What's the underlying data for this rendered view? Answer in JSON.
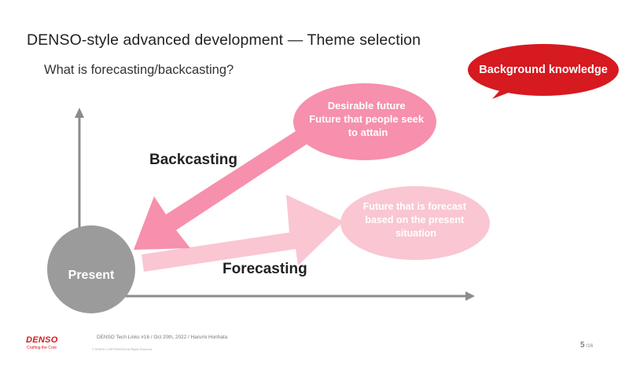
{
  "slide": {
    "title": "DENSO-style advanced development — Theme selection",
    "subtitle": "What is forecasting/backcasting?",
    "badge": "Background knowledge"
  },
  "diagram": {
    "present": "Present",
    "backcasting": "Backcasting",
    "forecasting": "Forecasting",
    "desirable_future": [
      "Desirable future",
      "Future that people seek",
      "to attain"
    ],
    "forecast_future": [
      "Future that is forecast",
      "based on the present",
      "situation"
    ]
  },
  "colors": {
    "accent_red": "#d71920",
    "strong_pink": "#f690ac",
    "light_pink": "#f9c6d2",
    "present_gray": "#9b9b9b",
    "axis_gray": "#8c8c8c"
  },
  "footer": {
    "brand": "DENSO",
    "tagline": "Crafting the Core",
    "event": "DENSO Tech Links #16 / Oct 20th, 2022 / Harumi Horihata",
    "copyright": "© DENSO CORPORATION All Rights Reserved.",
    "page": "5",
    "total": " /16"
  }
}
